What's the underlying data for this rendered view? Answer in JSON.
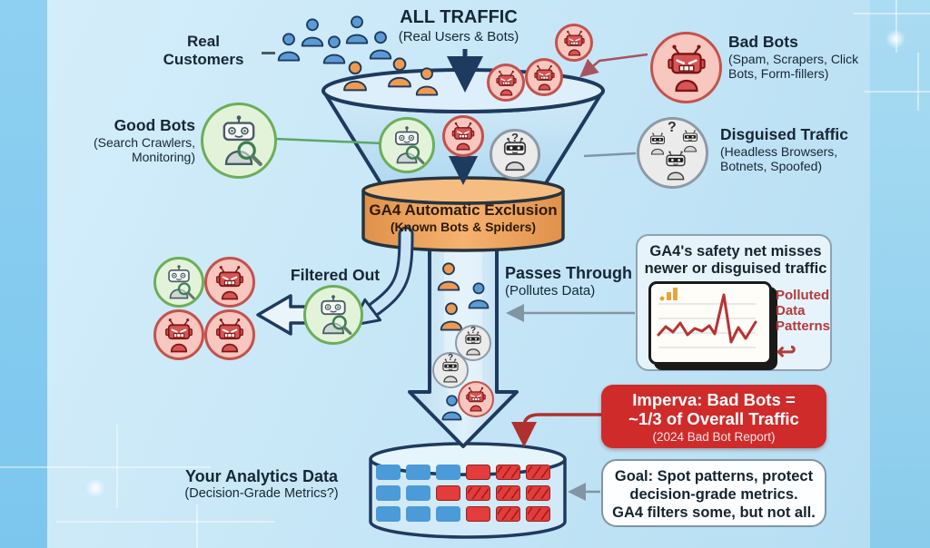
{
  "labels": {
    "all_traffic_title": "ALL TRAFFIC",
    "all_traffic_subtitle": "(Real Users & Bots)",
    "real_customers": "Real Customers",
    "bad_bots_title": "Bad Bots",
    "bad_bots_subtitle": "(Spam, Scrapers, Click Bots, Form-fillers)",
    "good_bots_title": "Good Bots",
    "good_bots_subtitle_1": "(Search Crawlers,",
    "good_bots_subtitle_2": "Monitoring)",
    "disguised_title": "Disguised Traffic",
    "disguised_subtitle_1": "(Headless Browsers,",
    "disguised_subtitle_2": "Botnets, Spoofed)",
    "ga4_band_title": "GA4 Automatic Exclusion",
    "ga4_band_subtitle": "(Known Bots & Spiders)",
    "filtered_out": "Filtered Out",
    "passes_through_title": "Passes Through",
    "passes_through_subtitle": "(Pollutes Data)",
    "safety_net_line1": "GA4's safety net misses",
    "safety_net_line2": "newer or disguised traffic",
    "polluted_label": "Polluted Data Patterns",
    "imperva_line1": "Imperva: Bad Bots =",
    "imperva_line2": "~1/3 of Overall Traffic",
    "imperva_line3": "(2024 Bad Bot Report)",
    "goal_line1": "Goal: Spot patterns, protect",
    "goal_line2": "decision-grade metrics.",
    "goal_line3": "GA4 filters some, but not all.",
    "analytics_title": "Your Analytics Data",
    "analytics_subtitle": "(Decision-Grade Metrics?)"
  },
  "icons": {
    "person": "svg-person-silhouette",
    "bad_bot": "svg-angry-red-robot",
    "good_bot": "svg-robot-with-magnifier",
    "masked_bot": "svg-masked-robot",
    "analytics_bars": "svg-orange-bar-chart",
    "polluted_chart": "svg-red-spike-line",
    "question_mark": "?",
    "return_arrow": "↩"
  },
  "colors": {
    "background": "#c7e7f7",
    "outline_navy": "#1e3a5f",
    "funnel_fill": "#c3e3f4",
    "band_orange": "#f0a157",
    "person_blue": "#5b9bd5",
    "person_orange": "#f09a4e",
    "bad_bot_red": "#d95454",
    "bad_bot_circle": "#f8c7bf",
    "good_bot_circle": "#e3f3da",
    "good_bot_green": "#6cae58",
    "masked_circle": "#ebebeb",
    "imperva_red": "#cf2b2b",
    "clean_data_blue": "#4a9bd8",
    "polluted_data_red": "#e23c3c"
  },
  "cylinder": {
    "grid": [
      [
        "b",
        "b",
        "b",
        "r",
        "rx",
        "rx"
      ],
      [
        "b",
        "b",
        "r",
        "rx",
        "rx",
        "rx"
      ],
      [
        "b",
        "b",
        "b",
        "r",
        "rx",
        "rx"
      ]
    ]
  }
}
